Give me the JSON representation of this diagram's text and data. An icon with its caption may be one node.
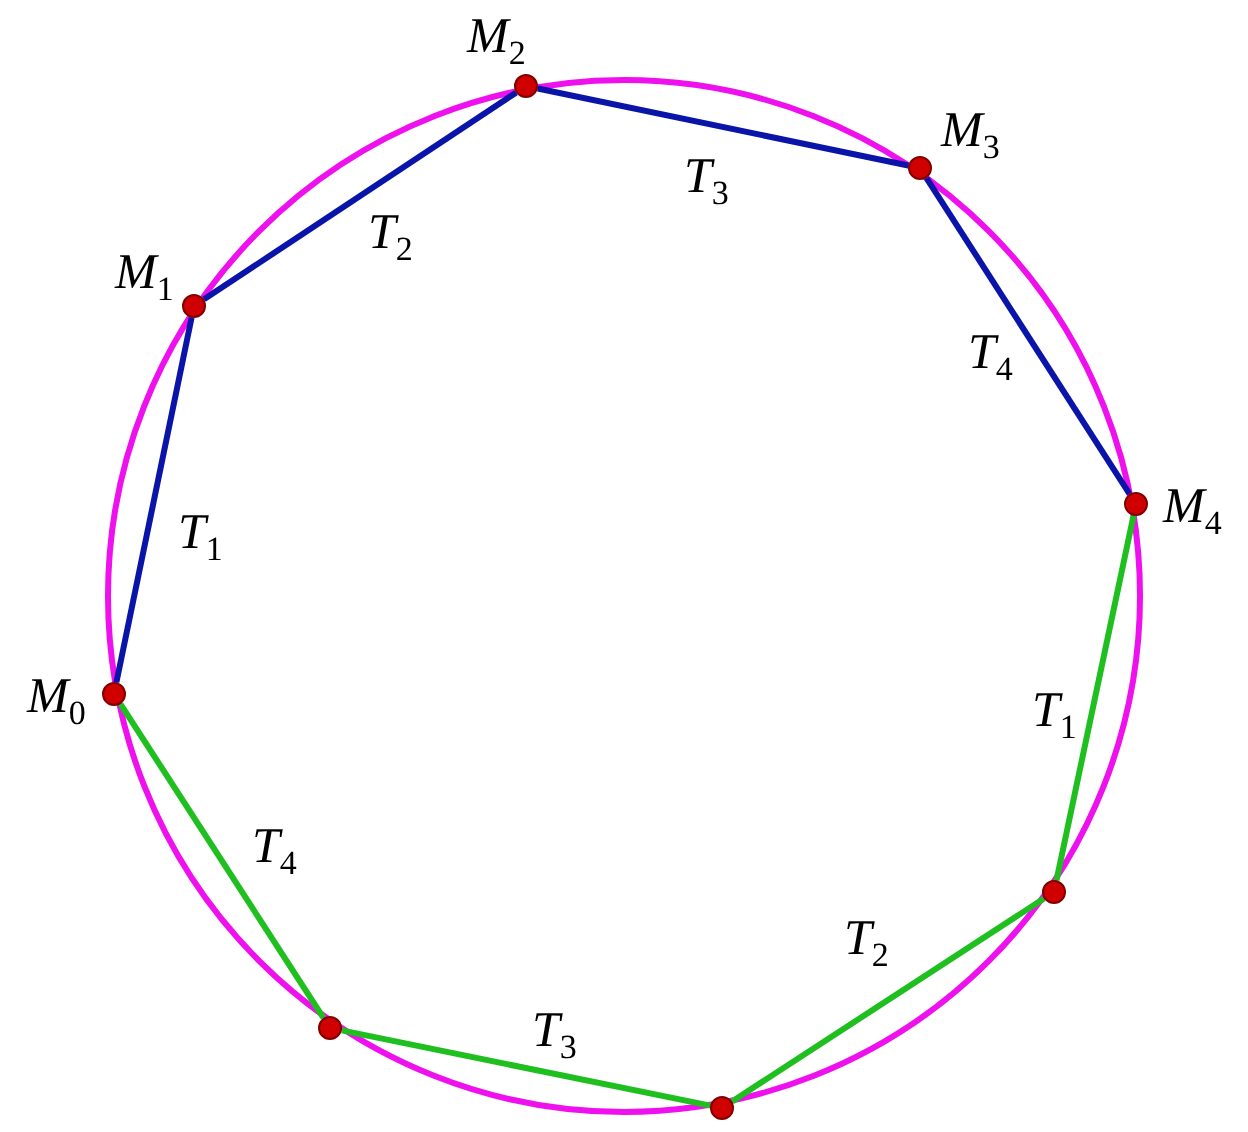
{
  "diagram": {
    "nodes": [
      {
        "text": [],
        "shape": "circle",
        "beside": [
          "M$_{0}$"
        ]
      },
      {
        "text": [],
        "shape": "circle",
        "beside": [
          "M$_{1}$"
        ]
      },
      {
        "text": [],
        "shape": "circle",
        "beside": [
          "M$_{2}$"
        ]
      },
      {
        "text": [],
        "shape": "circle",
        "beside": [
          "M$_{3}$"
        ]
      },
      {
        "text": [],
        "shape": "circle",
        "beside": [
          "M$_{4}$"
        ]
      },
      {
        "text": [],
        "shape": "circle"
      },
      {
        "text": [],
        "shape": "circle"
      },
      {
        "text": [],
        "shape": "circle"
      }
    ],
    "edges": [
      {
        "from": 0,
        "to": 1,
        "arrow": "none",
        "label": "T$_{1}$",
        "color": "#0a14a8"
      },
      {
        "from": 1,
        "to": 2,
        "arrow": "none",
        "label": "T$_{2}$",
        "color": "#0a14a8"
      },
      {
        "from": 2,
        "to": 3,
        "arrow": "none",
        "label": "T$_{3}$",
        "color": "#0a14a8"
      },
      {
        "from": 3,
        "to": 4,
        "arrow": "none",
        "label": "T$_{4}$",
        "color": "#0a14a8"
      },
      {
        "from": 4,
        "to": 7,
        "arrow": "none",
        "label": "T$_{1}$",
        "color": "#1fbf1f"
      },
      {
        "from": 7,
        "to": 6,
        "arrow": "none",
        "label": "T$_{2}$",
        "color": "#1fbf1f"
      },
      {
        "from": 6,
        "to": 5,
        "arrow": "none",
        "label": "T$_{3}$",
        "color": "#1fbf1f"
      },
      {
        "from": 5,
        "to": 0,
        "arrow": "none",
        "label": "T$_{4}$",
        "color": "#1fbf1f"
      }
    ]
  }
}
